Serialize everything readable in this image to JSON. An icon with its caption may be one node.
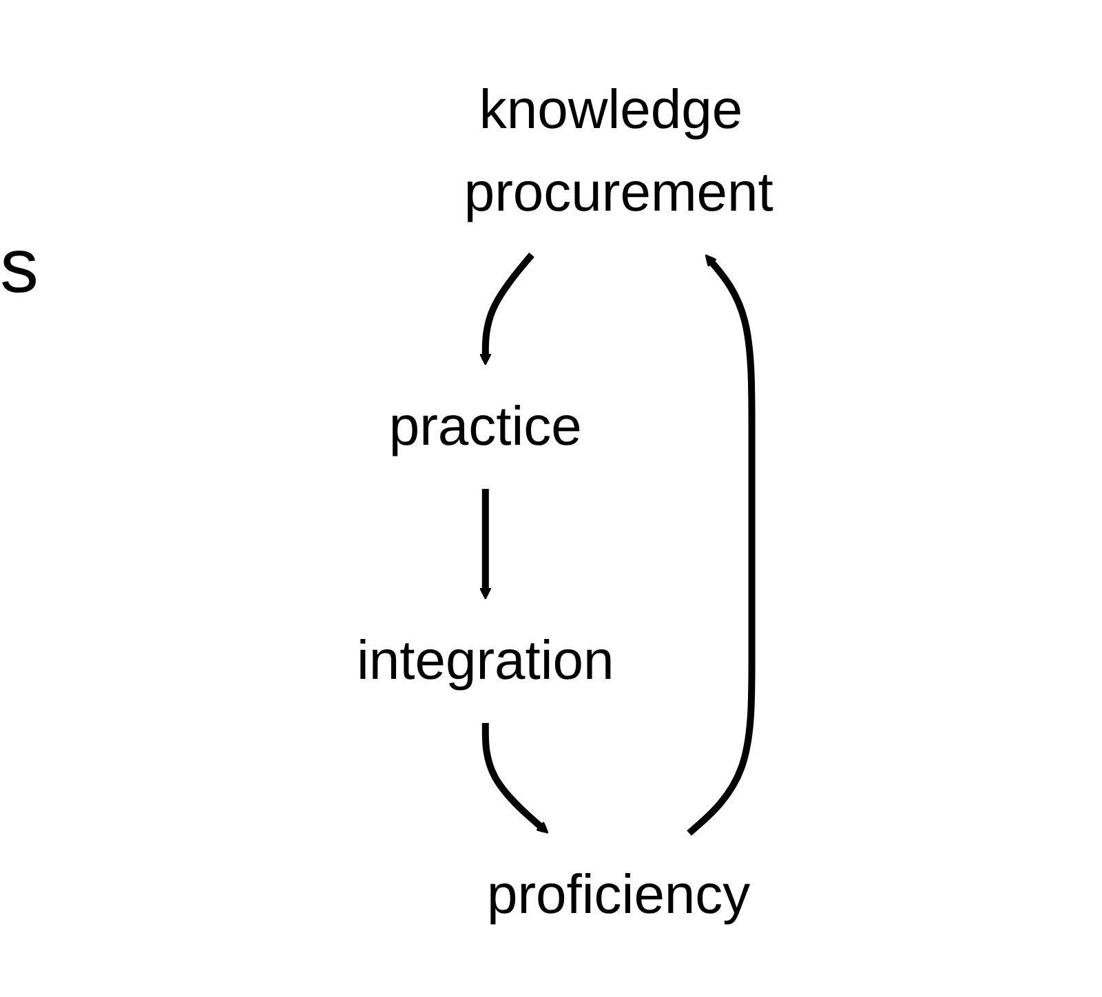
{
  "diagram": {
    "nodes": [
      {
        "text": [
          "knowledge procurement"
        ]
      },
      {
        "text": [
          "practice"
        ]
      },
      {
        "text": [
          "integration"
        ]
      },
      {
        "text": [
          "proficiency"
        ]
      }
    ],
    "edges": [
      {
        "from": 0,
        "to": 1,
        "arrow": "to"
      },
      {
        "from": 1,
        "to": 2,
        "arrow": "to"
      },
      {
        "from": 2,
        "to": 3,
        "arrow": "to"
      },
      {
        "from": 3,
        "to": 0,
        "arrow": "to"
      }
    ],
    "labels": [
      "s"
    ]
  }
}
